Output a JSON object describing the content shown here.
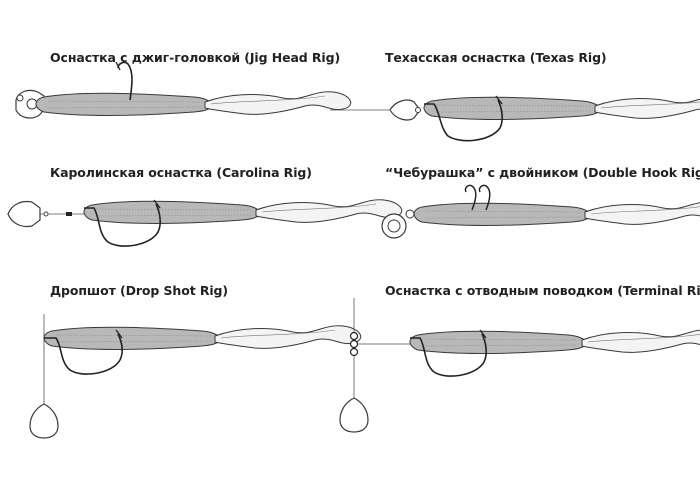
{
  "panels": [
    {
      "id": "jig-head",
      "title": "Оснастка с джиг-головкой (Jig Head Rig)"
    },
    {
      "id": "texas",
      "title": "Техасская оснастка (Texas Rig)"
    },
    {
      "id": "carolina",
      "title": "Каролинская оснастка (Carolina Rig)"
    },
    {
      "id": "double-hook",
      "title": "“Чебурашка” с двойником (Double Hook Rig)"
    },
    {
      "id": "drop-shot",
      "title": "Дропшот (Drop Shot Rig)"
    },
    {
      "id": "terminal",
      "title": "Оснастка с отводным поводком (Terminal Rig)"
    }
  ],
  "colors": {
    "outline": "#3a3a3a",
    "lure_body": "#b8b8b8",
    "tail_fill": "#f4f4f4",
    "hook": "#222222",
    "line": "#555555"
  }
}
